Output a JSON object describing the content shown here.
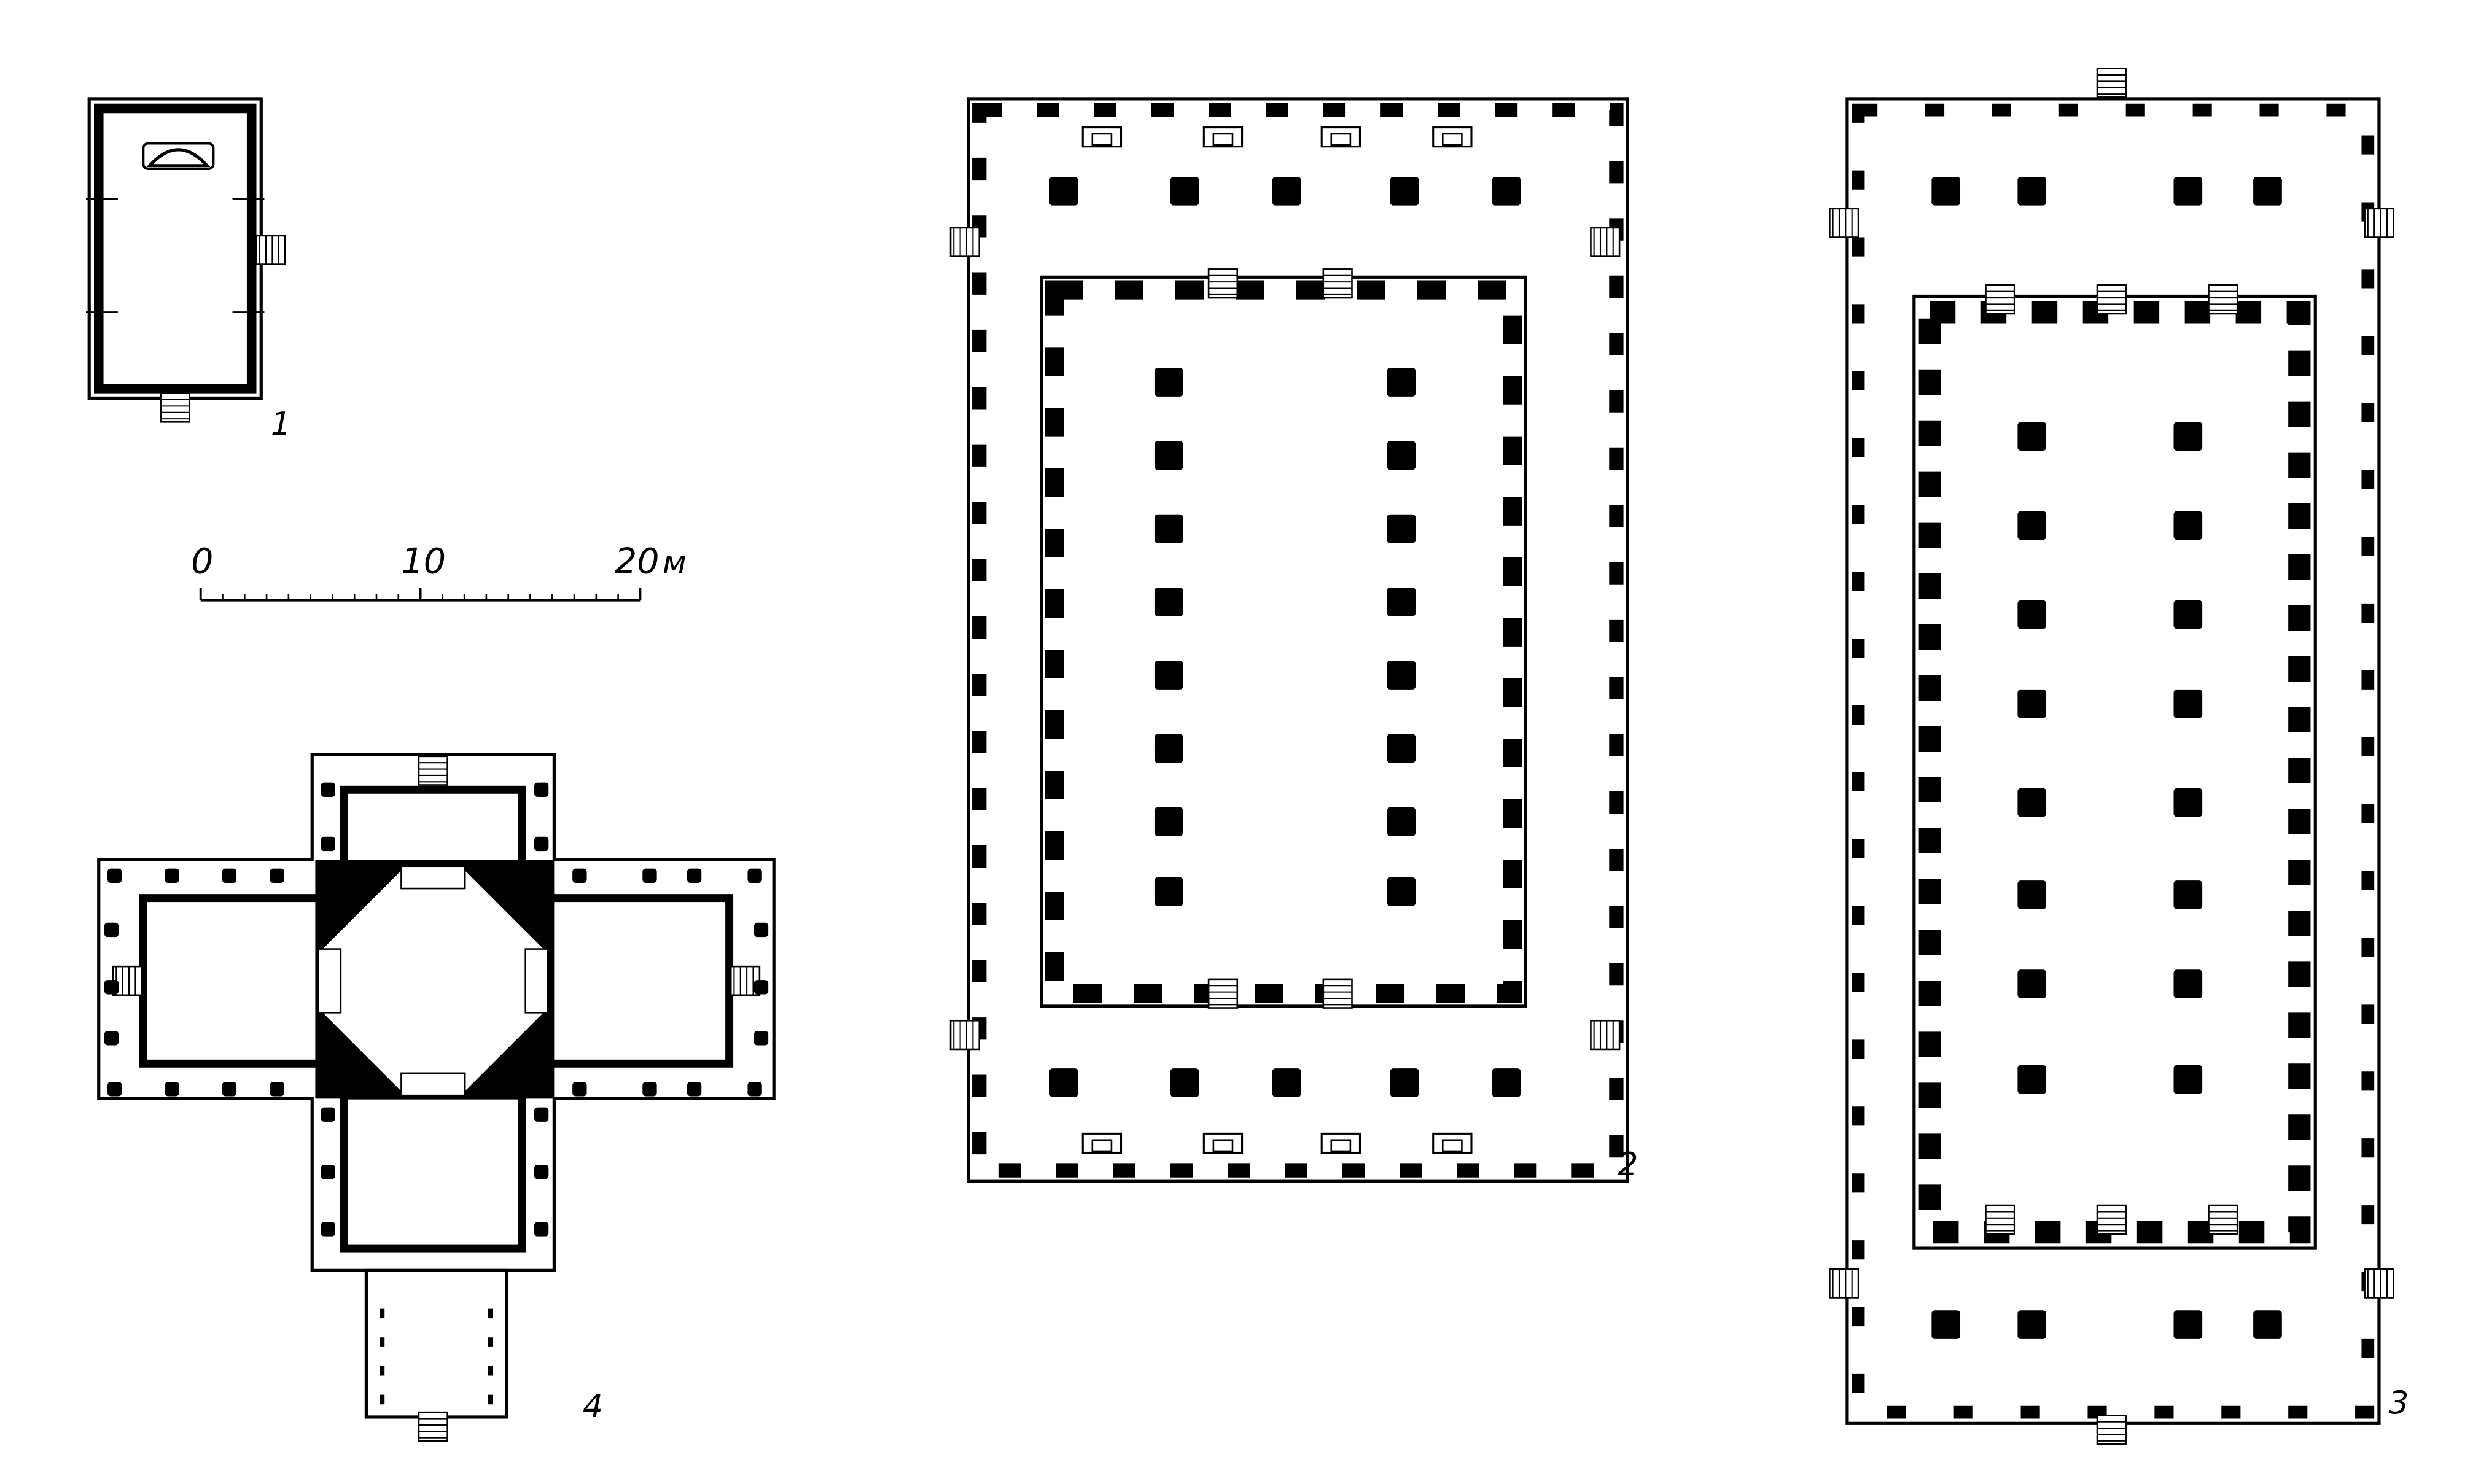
{
  "plans": [
    {
      "id": "plan-1",
      "label": "1"
    },
    {
      "id": "plan-2",
      "label": "2"
    },
    {
      "id": "plan-3",
      "label": "3"
    },
    {
      "id": "plan-4",
      "label": "4"
    }
  ],
  "scale_bar": {
    "tick_0": "0",
    "tick_10": "10",
    "tick_20": "20",
    "unit": "м"
  },
  "colors": {
    "ink": "#000000",
    "paper": "#ffffff"
  }
}
